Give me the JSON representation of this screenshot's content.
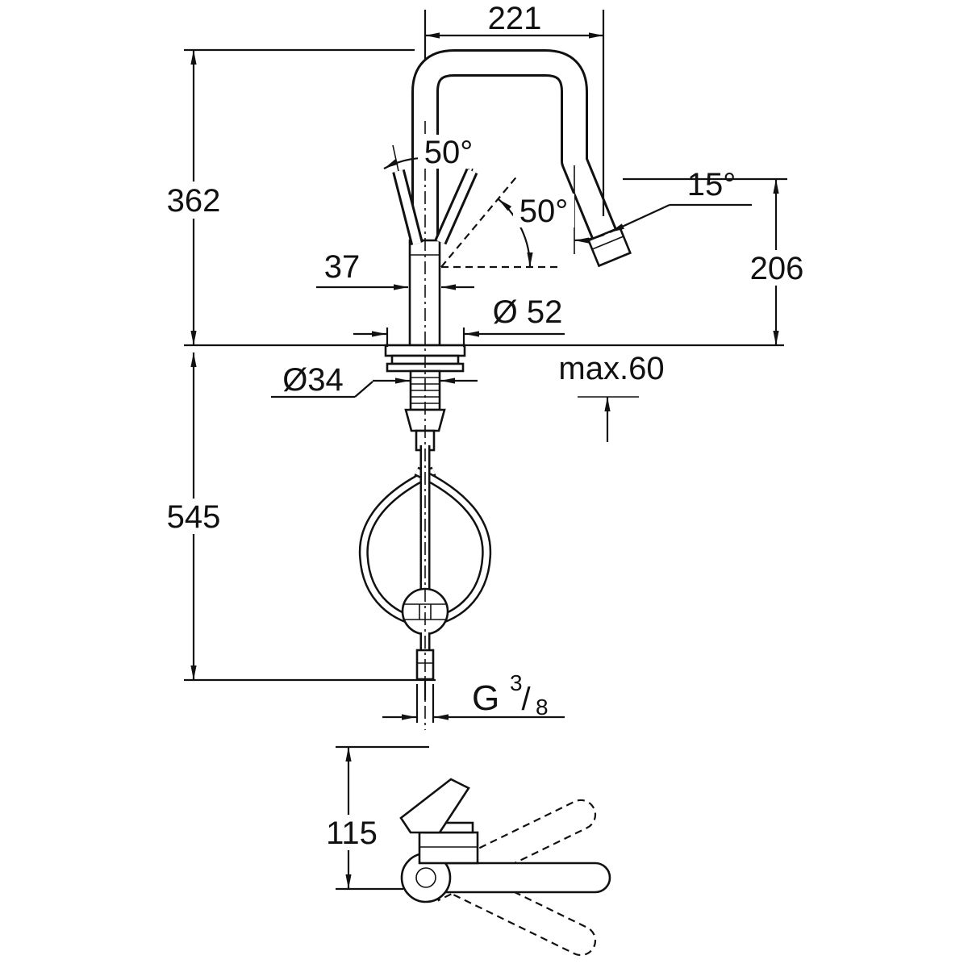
{
  "colors": {
    "line": "#111111",
    "background": "#ffffff"
  },
  "drawing": {
    "labels": {
      "top_reach": "221",
      "spout_height": "362",
      "lever_angle": "50°",
      "lever_angle_side": "50°",
      "head_angle": "15°",
      "outlet_height": "206",
      "body_width": "37",
      "base_diameter": "Ø 52",
      "shank_diameter": "Ø34",
      "max_deck": "max.60",
      "hose_length": "545",
      "thread_g": "G",
      "thread_numerator": "3",
      "thread_slash": "/",
      "thread_denominator": "8",
      "base_depth": "115"
    }
  }
}
